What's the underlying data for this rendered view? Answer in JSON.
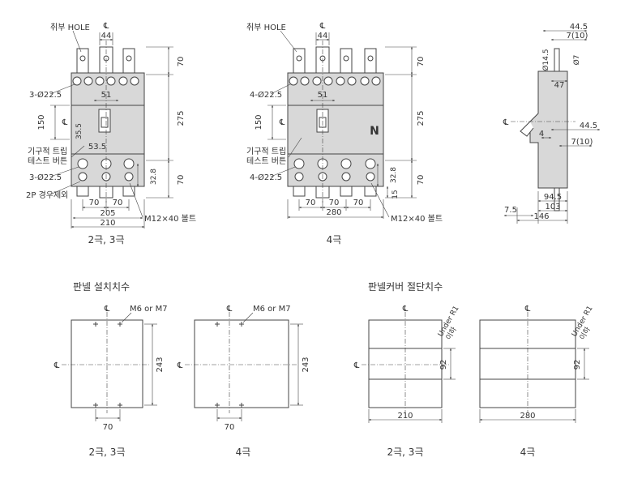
{
  "colors": {
    "line": "#444444",
    "body": "#d8d8d8",
    "text": "#333333"
  },
  "symbols": {
    "centerline": "℄"
  },
  "top_2p3p": {
    "caption": "2극, 3극",
    "hole_label": "취부 HOLE",
    "dim_top_width": "44",
    "dim_height_top": "70",
    "dim_total_height": "275",
    "dim_height_bottom": "70",
    "holes_top": "3-Ø22.5",
    "holes_bottom": "3-Ø22.5",
    "dim_51": "51",
    "dim_150": "150",
    "dim_35_5": "35.5",
    "dim_53_5": "53.5",
    "trip_button_line1": "기구적 트립",
    "trip_button_line2": "테스트 버튼",
    "two_pole_note": "2P 경우제외",
    "dim_32_8": "32.8",
    "dim_pitch_a": "70",
    "dim_pitch_b": "70",
    "dim_205": "205",
    "dim_210": "210",
    "bolt": "M12×40 볼트"
  },
  "top_4p": {
    "caption": "4극",
    "hole_label": "취부 HOLE",
    "dim_top_width": "44",
    "dim_height_top": "70",
    "dim_total_height": "275",
    "dim_height_bottom": "70",
    "holes_top": "4-Ø22.5",
    "holes_bottom": "4-Ø22.5",
    "dim_51": "51",
    "dim_150": "150",
    "neutral": "N",
    "trip_button_line1": "기구적 트립",
    "trip_button_line2": "테스트 버튼",
    "dim_32_8": "32.8",
    "dim_15": "15",
    "dim_pitch_a": "70",
    "dim_pitch_b": "70",
    "dim_pitch_c": "70",
    "dim_280": "280",
    "bolt": "M12×40 볼트"
  },
  "side": {
    "dim_44_5_top": "44.5",
    "dim_7_10_top": "7(10)",
    "dim_14_5": "Ø14.5",
    "dim_7": "Ø7",
    "dim_47": "47",
    "dim_44_5_mid": "44.5",
    "dim_4": "4",
    "dim_7_10_mid": "7(10)",
    "dim_94_5": "94.5",
    "dim_103": "103",
    "dim_7_5": "7.5",
    "dim_146": "146"
  },
  "panel_mount": {
    "title": "판넬 설치치수",
    "caption_a": "2극, 3극",
    "caption_b": "4극",
    "screw_a": "M6 or M7",
    "screw_b": "M6 or M7",
    "dim_243_a": "243",
    "dim_243_b": "243",
    "dim_70_a": "70",
    "dim_70_b": "70"
  },
  "panel_cover": {
    "title": "판넬커버 절단치수",
    "caption_a": "2극, 3극",
    "caption_b": "4극",
    "radius_a_line1": "Under R1",
    "radius_a_line2": "이하",
    "radius_b_line1": "Under R1",
    "radius_b_line2": "이하",
    "dim_92_a": "92",
    "dim_92_b": "92",
    "dim_210": "210",
    "dim_280": "280"
  }
}
